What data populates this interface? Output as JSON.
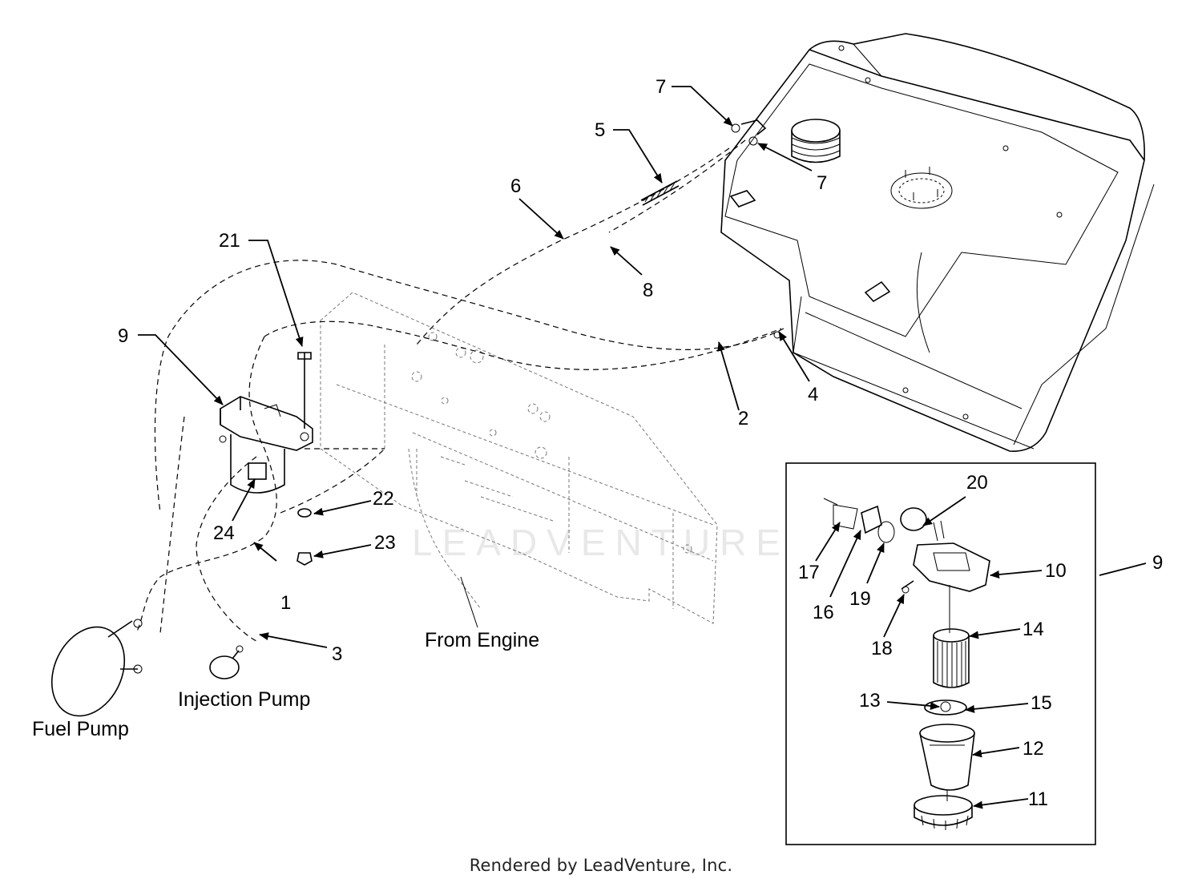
{
  "diagram": {
    "callouts": {
      "c1": "1",
      "c2": "2",
      "c3": "3",
      "c4": "4",
      "c5": "5",
      "c6": "6",
      "c7a": "7",
      "c7b": "7",
      "c8": "8",
      "c9a": "9",
      "c9b": "9",
      "c10": "10",
      "c11": "11",
      "c12": "12",
      "c13": "13",
      "c14": "14",
      "c15": "15",
      "c16": "16",
      "c17": "17",
      "c18": "18",
      "c19": "19",
      "c20": "20",
      "c21": "21",
      "c22": "22",
      "c23": "23",
      "c24": "24"
    },
    "captions": {
      "fuel_pump": "Fuel Pump",
      "injection_pump": "Injection Pump",
      "from_engine": "From Engine"
    },
    "watermark": "LEADVENTURE"
  },
  "footer": {
    "credit": "Rendered by LeadVenture, Inc."
  }
}
